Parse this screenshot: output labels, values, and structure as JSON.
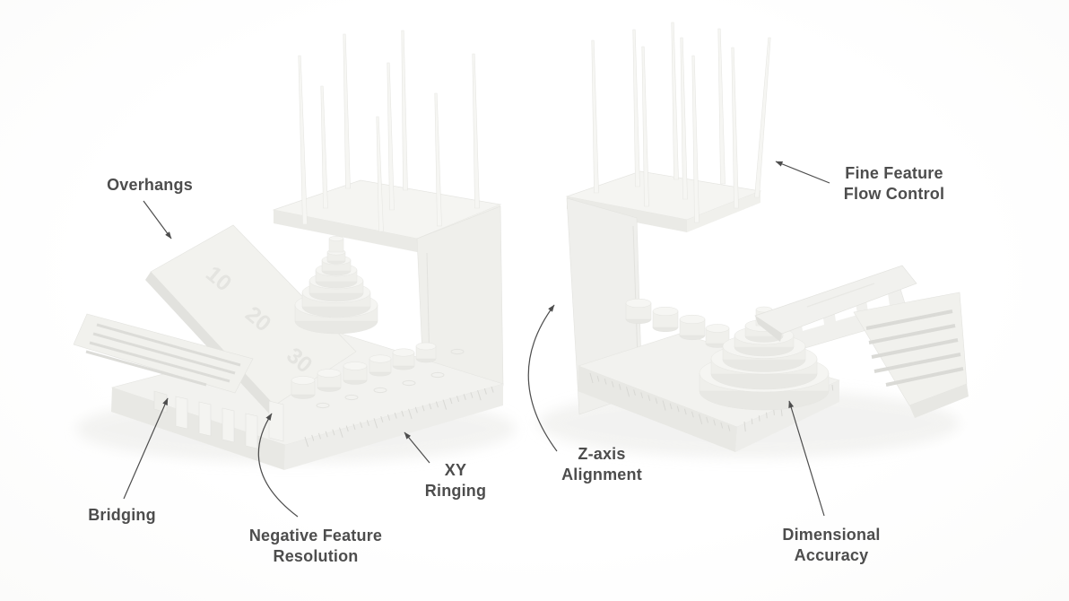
{
  "annotations": {
    "overhangs": {
      "text": "Overhangs"
    },
    "fine_feature_flow_control": {
      "line1": "Fine Feature",
      "line2": "Flow Control"
    },
    "bridging": {
      "text": "Bridging"
    },
    "negative_feature_resolution": {
      "line1": "Negative Feature",
      "line2": "Resolution"
    },
    "xy_ringing": {
      "line1": "XY",
      "line2": "Ringing"
    },
    "z_axis_alignment": {
      "line1": "Z-axis",
      "line2": "Alignment"
    },
    "dimensional_accuracy": {
      "line1": "Dimensional",
      "line2": "Accuracy"
    }
  },
  "left_object": {
    "ramp_markings": [
      "10",
      "20",
      "30"
    ]
  },
  "colors": {
    "background": "#ffffff",
    "label_text": "#4d4d4d",
    "arrow": "#4d4d4d",
    "object_light": "#f3f3f0",
    "object_mid": "#ececе8",
    "object_shade": "#e6e6e2",
    "ground_shadow": "#e9e9e6"
  }
}
